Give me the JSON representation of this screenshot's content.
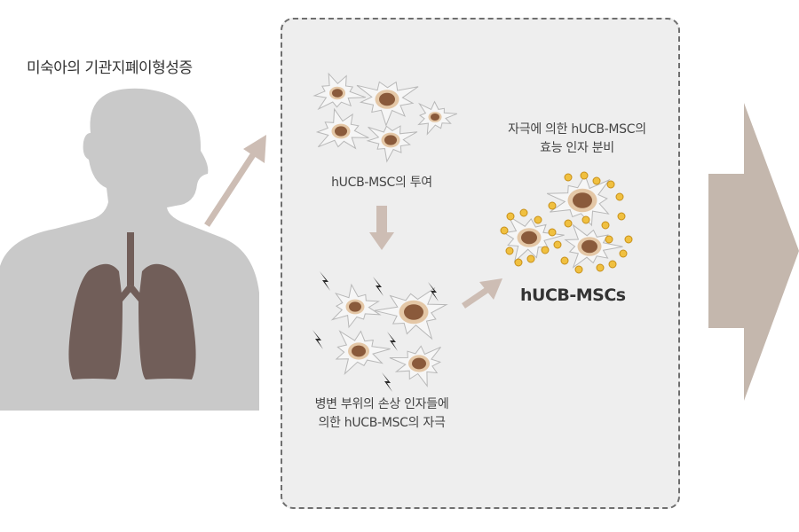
{
  "diagram": {
    "title": "미숙아의 기관지폐이형성증",
    "step_injection": "hUCB-MSC의 투여",
    "step_stimulus_line1": "병변 부위의 손상 인자들에",
    "step_stimulus_line2": "의한 hUCB-MSC의 자극",
    "secretion_line1": "자극에 의한 hUCB-MSC의",
    "secretion_line2": "효능 인자 분비",
    "cell_label": "hUCB-MSCs"
  },
  "colors": {
    "silhouette": "#c9c9c9",
    "lungs": "#715e59",
    "arrow": "#cdbdb4",
    "big_arrow": "#c4b7ad",
    "cell_nucleus": "#8a5a3b",
    "cell_body": "#e4c7a6",
    "factor_dot": "#f0c040"
  }
}
